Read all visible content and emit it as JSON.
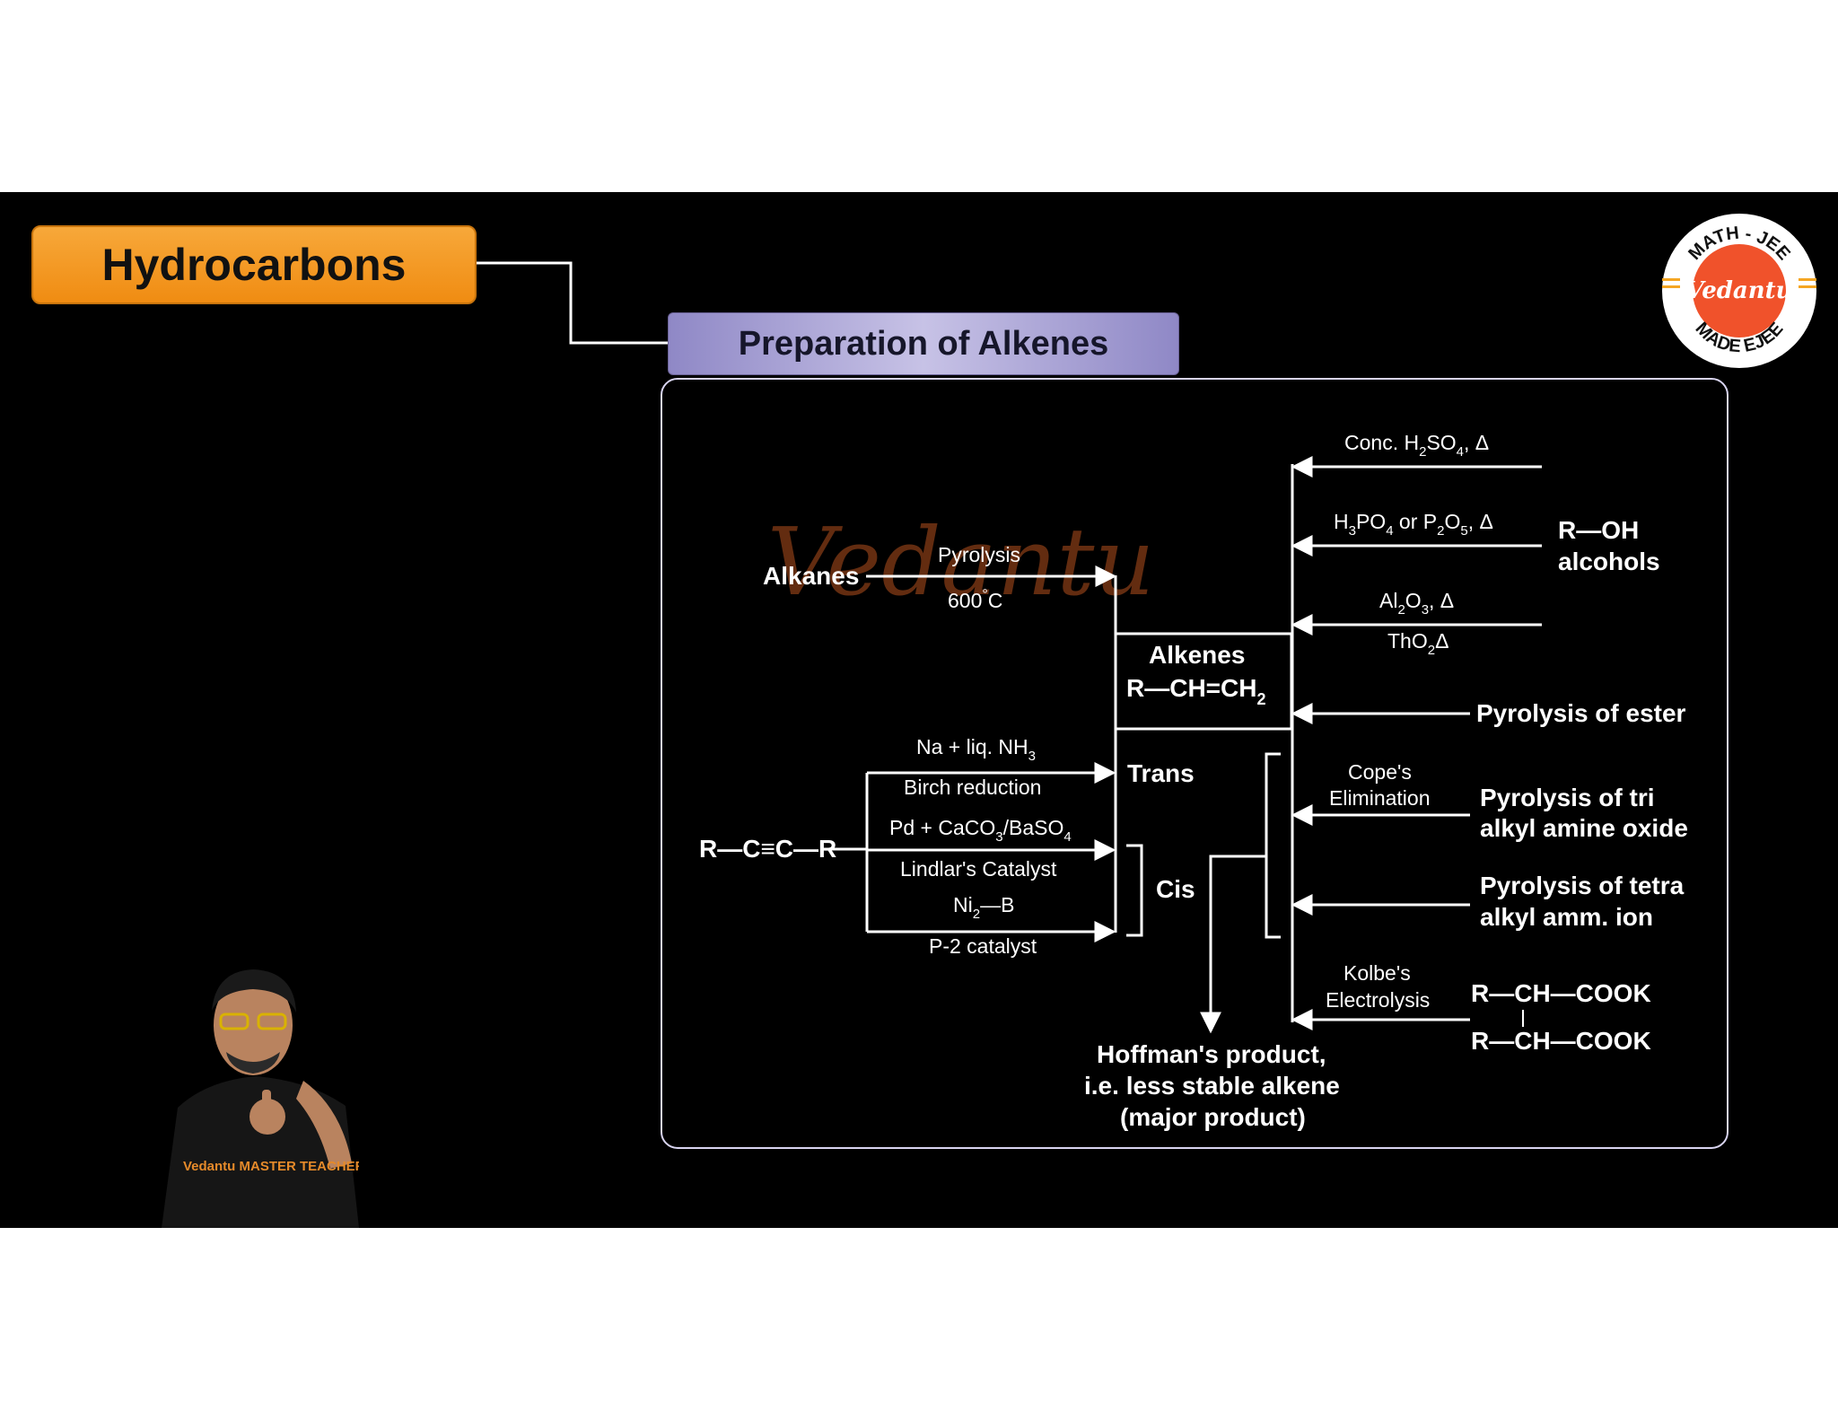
{
  "header": {
    "title": "Hydrocarbons",
    "subtitle": "Preparation of Alkenes"
  },
  "logo": {
    "top_text": "MATH - JEE",
    "bottom_text": "MADE EJEE",
    "brand": "Vedantu",
    "brand_color": "#f0522b"
  },
  "watermark": "Vedantu",
  "presenter_shirt_text": "Vedantu MASTER TEACHER",
  "colors": {
    "title_orange": "#f39a22",
    "subtitle_purple": "#9d96d0",
    "slide_bg": "#000000",
    "line": "#ffffff"
  },
  "diagram": {
    "center": {
      "title": "Alkenes",
      "formula": "R—CH=CH",
      "formula_sub": "2"
    },
    "left": {
      "alkanes": "Alkanes",
      "pyrolysis": "Pyrolysis",
      "temp": "600",
      "temp_sup": "°",
      "temp_unit": "C",
      "alkyne": "R—C≡C—R",
      "na_pre": "Na + liq. NH",
      "na_sub": "3",
      "birch": "Birch reduction",
      "pd_pre": "Pd + CaCO",
      "pd_sub1": "3",
      "pd_mid": "/BaSO",
      "pd_sub2": "4",
      "lindlar": "Lindlar's Catalyst",
      "ni_pre": "Ni",
      "ni_sub": "2",
      "ni_post": "—B",
      "p2": "P-2 catalyst",
      "trans": "Trans",
      "cis": "Cis"
    },
    "right": {
      "conc_pre": "Conc. H",
      "conc_sub1": "2",
      "conc_mid": "SO",
      "conc_sub2": "4",
      "conc_post": ", Δ",
      "h3po4_pre": "H",
      "h3po4_sub1": "3",
      "h3po4_mid": "PO",
      "h3po4_sub2": "4",
      "h3po4_or": " or P",
      "h3po4_sub3": "2",
      "h3po4_o": "O",
      "h3po4_sub4": "5",
      "h3po4_post": ", Δ",
      "al_pre": "Al",
      "al_sub1": "2",
      "al_mid": "O",
      "al_sub2": "3",
      "al_post": ", Δ",
      "tho_pre": "ThO",
      "tho_sub": "2",
      "tho_post": "Δ",
      "roh": "R—OH",
      "alcohols": "alcohols",
      "pyro_ester": "Pyrolysis of ester",
      "cope1": "Cope's",
      "cope2": "Elimination",
      "tri1": "Pyrolysis of tri",
      "tri2": "alkyl amine oxide",
      "tetra1": "Pyrolysis of tetra",
      "tetra2": "alkyl amm. ion",
      "kolbe1": "Kolbe's",
      "kolbe2": "Electrolysis",
      "cook1": "R—CH—COOK",
      "cook2": "R—CH—COOK",
      "hoff1": "Hoffman's product,",
      "hoff2": "i.e. less stable alkene",
      "hoff3": "(major product)"
    }
  }
}
